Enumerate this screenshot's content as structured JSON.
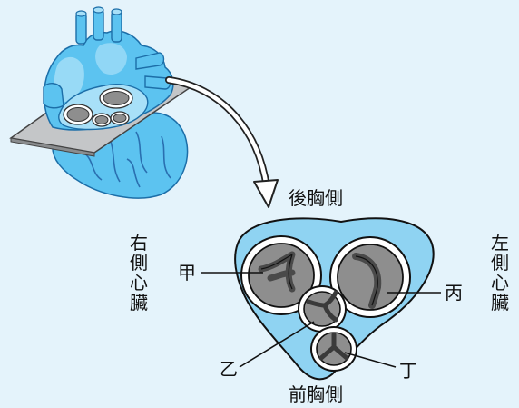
{
  "labels": {
    "posterior": "後胸側",
    "anterior": "前胸側",
    "right_heart": "右側心臟",
    "left_heart": "左側心臟",
    "valve_a": "甲",
    "valve_b": "乙",
    "valve_c": "丙",
    "valve_d": "丁"
  },
  "colors": {
    "background": "#e4f3fb",
    "heart_blue": "#5cc3f0",
    "heart_light": "#a8e0f8",
    "heart_dark": "#2a8fd0",
    "plane_gray": "#b9bcbf",
    "section_blue": "#8fd3f2",
    "valve_dark": "#5a5a5a",
    "valve_gray": "#8e8e8e"
  }
}
